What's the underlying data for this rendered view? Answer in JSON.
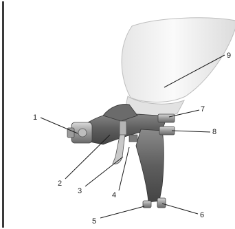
{
  "figure": {
    "subject": "gravity-feed spray gun",
    "callouts": [
      {
        "id": "c1",
        "label": "1"
      },
      {
        "id": "c2",
        "label": "2"
      },
      {
        "id": "c3",
        "label": "3"
      },
      {
        "id": "c4",
        "label": "4"
      },
      {
        "id": "c5",
        "label": "5"
      },
      {
        "id": "c6",
        "label": "6"
      },
      {
        "id": "c7",
        "label": "7"
      },
      {
        "id": "c8",
        "label": "8"
      },
      {
        "id": "c9",
        "label": "9"
      }
    ]
  }
}
